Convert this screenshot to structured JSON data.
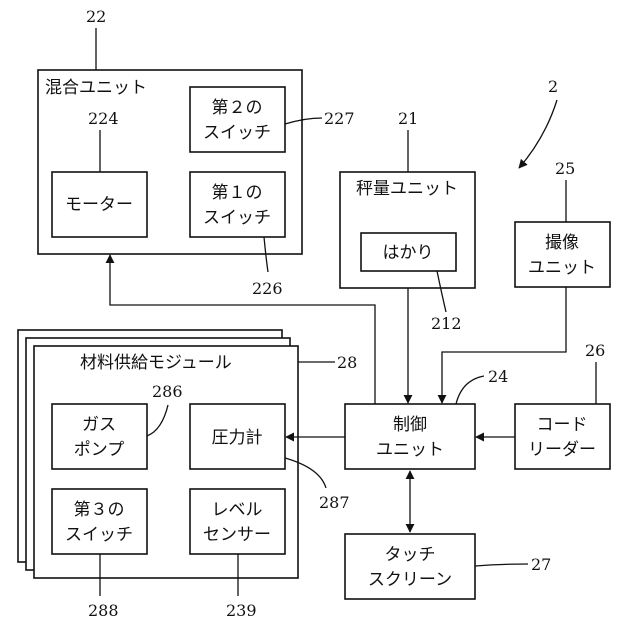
{
  "figure_ref": "2",
  "mixing_unit": {
    "ref": "22",
    "title": "混合ユニット",
    "motor": {
      "ref": "224",
      "label": "モーター"
    },
    "switch2": {
      "ref": "227",
      "line1": "第２の",
      "line2": "スイッチ"
    },
    "switch1": {
      "ref": "226",
      "line1": "第１の",
      "line2": "スイッチ"
    }
  },
  "weighing_unit": {
    "ref": "21",
    "title": "秤量ユニット",
    "scale": {
      "ref": "212",
      "label": "はかり"
    }
  },
  "imaging_unit": {
    "ref": "25",
    "line1": "撮像",
    "line2": "ユニット"
  },
  "control_unit": {
    "ref": "24",
    "line1": "制御",
    "line2": "ユニット"
  },
  "code_reader": {
    "ref": "26",
    "line1": "コード",
    "line2": "リーダー"
  },
  "touch_screen": {
    "ref": "27",
    "line1": "タッチ",
    "line2": "スクリーン"
  },
  "material_module": {
    "ref": "28",
    "title": "材料供給モジュール",
    "gas_pump": {
      "ref": "286",
      "line1": "ガス",
      "line2": "ポンプ"
    },
    "pressure_gauge": {
      "ref": "287",
      "label": "圧力計"
    },
    "switch3": {
      "ref": "288",
      "line1": "第３の",
      "line2": "スイッチ"
    },
    "level_sensor": {
      "ref": "239",
      "line1": "レベル",
      "line2": "センサー"
    }
  }
}
